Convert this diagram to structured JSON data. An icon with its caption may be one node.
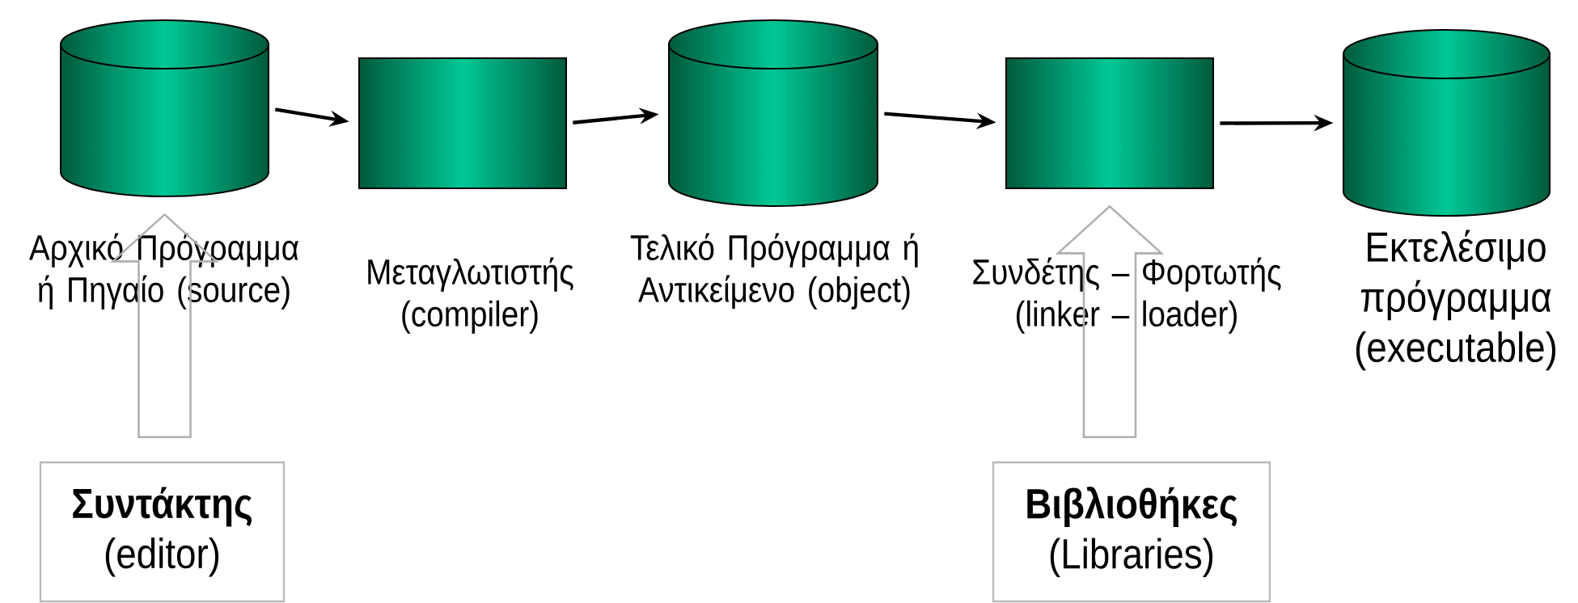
{
  "diagram": {
    "nodes": [
      {
        "text": [
          "Αρχικό Πρόγραμμα ή Πηγαίο (source)"
        ]
      },
      {
        "text": [
          "Μεταγλωτιστής (compiler)"
        ]
      },
      {
        "text": [
          "Τελικό Πρόγραμμα ή Αντικείμενο (object)"
        ]
      },
      {
        "text": [
          "Συνδέτης – Φορτωτής (linker – loader)"
        ]
      },
      {
        "text": [
          "Εκτελέσιμο πρόγραμμα (executable)"
        ]
      },
      {
        "text": [
          "**Συντάκτης** (editor)"
        ]
      },
      {
        "text": [
          "**Βιβλιοθήκες** (Libraries)"
        ]
      }
    ],
    "edges": [
      {
        "from": 0,
        "to": 1,
        "arrow": "to"
      },
      {
        "from": 1,
        "to": 2,
        "arrow": "to"
      },
      {
        "from": 2,
        "to": 3,
        "arrow": "to"
      },
      {
        "from": 3,
        "to": 4,
        "arrow": "to"
      },
      {
        "from": 5,
        "to": 0,
        "arrow": "to",
        "style": "thick",
        "color": "#b0b0b0"
      },
      {
        "from": 6,
        "to": 3,
        "arrow": "to",
        "style": "thick",
        "color": "#b0b0b0"
      }
    ]
  }
}
